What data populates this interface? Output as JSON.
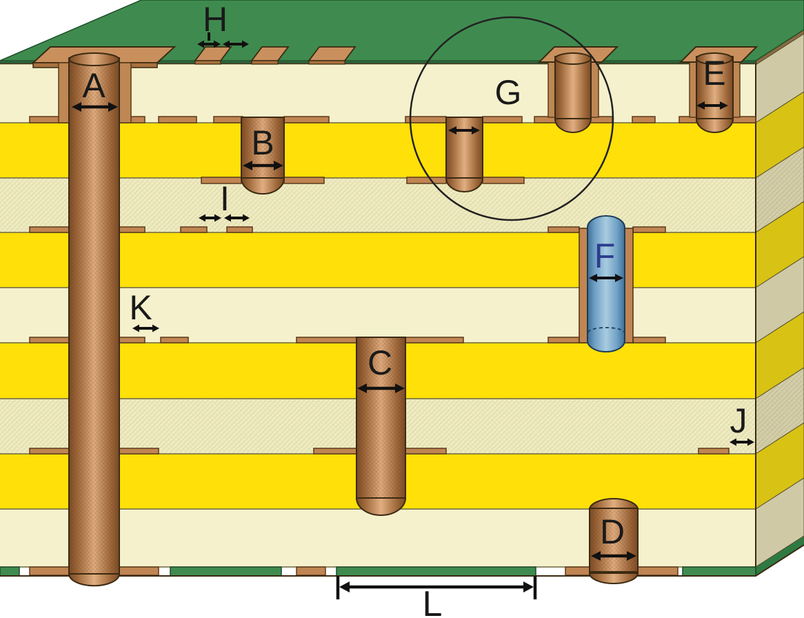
{
  "figure": {
    "kind": "pcb-cross-section-via-types-diagram",
    "labels": {
      "A": "A",
      "B": "B",
      "C": "C",
      "D": "D",
      "E": "E",
      "F": "F",
      "G": "G",
      "H": "H",
      "I": "I",
      "J": "J",
      "K": "K",
      "L": "L"
    }
  },
  "colors": {
    "background": "#FFFFFF",
    "solder_mask_green": "#3F8B4F",
    "solder_mask_green_side": "#2E7A42",
    "core_yellow": "#FFE008",
    "core_yellow_side": "#D8C214",
    "dielectric_cream": "#F5F1CC",
    "dielectric_cream_side": "#CFC9A6",
    "prepreg_hatched": "#F0ECC2",
    "copper_light": "#E0AE80",
    "copper_mid": "#C98F60",
    "copper_dark": "#7A4A26",
    "filled_via_blue": "#6FA0C4",
    "label_color": "#1A1A1A",
    "label_f_color": "#2B3C8E",
    "annotation_color": "#111111"
  }
}
